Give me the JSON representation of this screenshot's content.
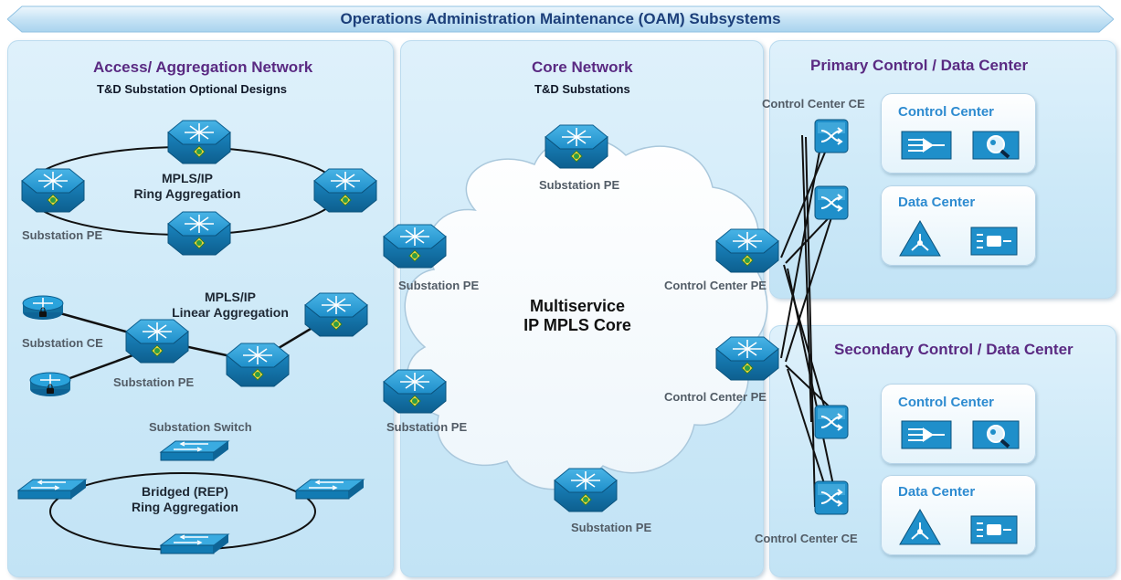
{
  "banner": {
    "title": "Operations Administration Maintenance (OAM) Subsystems"
  },
  "access": {
    "title": "Access/ Aggregation Network",
    "subtitle": "T&D Substation Optional Designs",
    "ring1_label": [
      "MPLS/IP",
      "Ring Aggregation"
    ],
    "ring1_device_label": "Substation PE",
    "linear_label": [
      "MPLS/IP",
      "Linear Aggregation"
    ],
    "linear_ce_label": "Substation CE",
    "linear_pe_label": "Substation PE",
    "switch_label": "Substation Switch",
    "ring2_label": [
      "Bridged (REP)",
      "Ring Aggregation"
    ]
  },
  "core": {
    "title": "Core Network",
    "subtitle": "T&D Substations",
    "cloud_label": [
      "Multiservice",
      "IP MPLS Core"
    ],
    "pe_top": "Substation PE",
    "pe_left1": "Substation PE",
    "pe_left2": "Substation PE",
    "pe_bottom": "Substation PE",
    "cc_pe1": "Control Center PE",
    "cc_pe2": "Control Center PE"
  },
  "primary": {
    "title": "Primary  Control / Data Center",
    "ce_label": "Control Center CE",
    "control_center": "Control Center",
    "data_center": "Data Center"
  },
  "secondary": {
    "title": "Secondary Control / Data Center",
    "ce_label": "Control Center CE",
    "control_center": "Control Center",
    "data_center": "Data Center"
  },
  "colors": {
    "device_blue": "#1f95cf",
    "device_dark": "#0f6ea3",
    "title_purple": "#5a2a82",
    "subbox_title_blue": "#2d8bd0",
    "panel_bg": "#cde9f8"
  }
}
